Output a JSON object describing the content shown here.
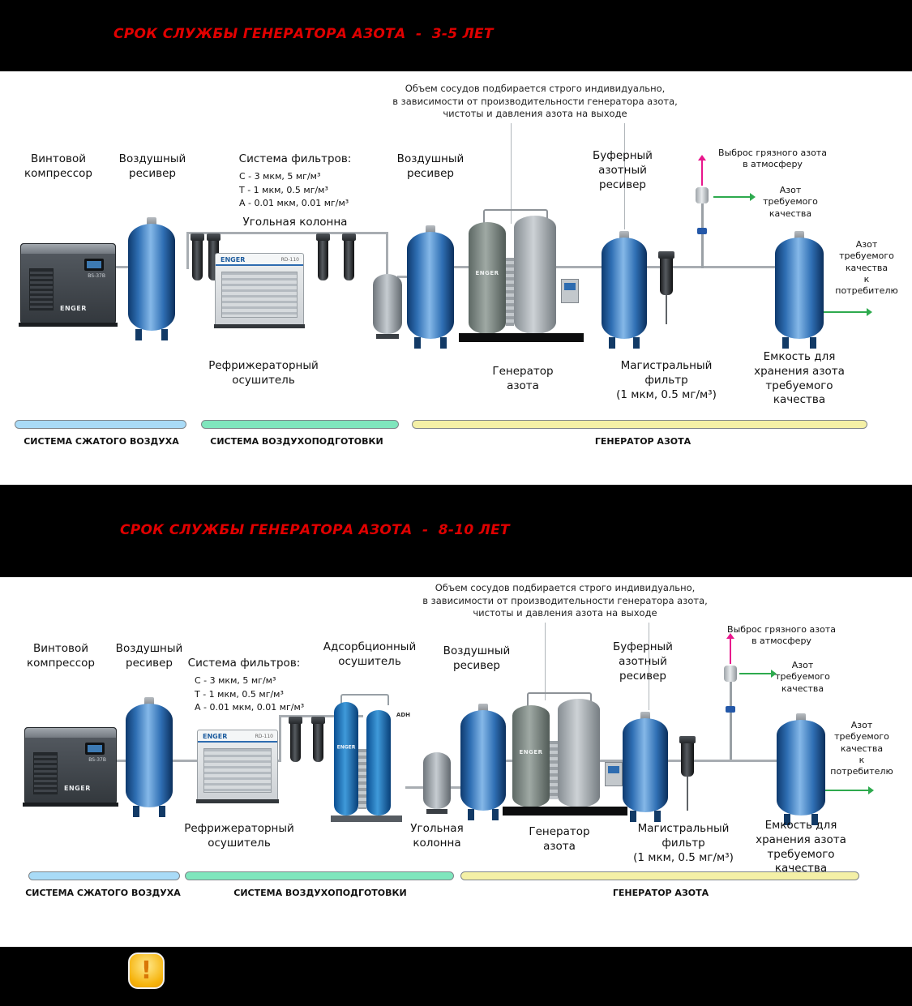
{
  "colors": {
    "title_red": "#e00000",
    "bar_blue": "#a9dbf7",
    "bar_green": "#7fe6bd",
    "bar_yellow": "#f4f0a6",
    "vent_arrow_pink": "#e8168c",
    "n2_arrow_green": "#2eaa4e",
    "tank_blue": "#2f6fb4"
  },
  "equipment_text": {
    "brand": "ENGER",
    "dryer_model": "RD-110",
    "compressor_model": "BS-37B",
    "adsorber_model": "ADH"
  },
  "footer": {
    "icon_glyph": "!"
  },
  "sections": [
    {
      "title": "СРОК СЛУЖБЫ ГЕНЕРАТОРА АЗОТА  -  3-5 ЛЕТ",
      "note": "Объем сосудов подбирается строго индивидуально,\nв зависимости от производительности генератора азота,\nчистоты и давления азота на выходе",
      "labels": {
        "compressor": "Винтовой\nкомпрессор",
        "receiver1": "Воздушный\nресивер",
        "filter_system_title": "Система фильтров:",
        "filter_c": "С - 3 мкм, 5 мг/м³",
        "filter_t": "Т - 1 мкм, 0.5 мг/м³",
        "filter_a": "А - 0.01 мкм, 0.01 мг/м³",
        "carbon_column": "Угольная колонна",
        "receiver2": "Воздушный\nресивер",
        "buffer": "Буферный\nазотный\nресивер",
        "vent": "Выброс грязного азота\nв атмосферу",
        "n2_quality": "Азот\nтребуемого\nкачества",
        "n2_consumer": "Азот\nтребуемого\nкачества\nк потребителю",
        "dryer": "Рефрижераторный\nосушитель",
        "generator": "Генератор\nазота",
        "line_filter": "Магистральный\nфильтр\n(1 мкм, 0.5 мг/м³)",
        "storage": "Емкость для\nхранения азота\nтребуемого\nкачества"
      },
      "bars": {
        "air": "СИСТЕМА СЖАТОГО ВОЗДУХА",
        "prep": "СИСТЕМА ВОЗДУХОПОДГОТОВКИ",
        "gen": "ГЕНЕРАТОР АЗОТА"
      }
    },
    {
      "title": "СРОК СЛУЖБЫ ГЕНЕРАТОРА АЗОТА  -  8-10 ЛЕТ",
      "note": "Объем сосудов подбирается строго индивидуально,\nв зависимости от производительности генератора азота,\nчистоты и давления азота на выходе",
      "labels": {
        "compressor": "Винтовой\nкомпрессор",
        "receiver1": "Воздушный\nресивер",
        "filter_system_title": "Система фильтров:",
        "filter_c": "С - 3 мкм, 5 мг/м³",
        "filter_t": "Т - 1 мкм, 0.5 мг/м³",
        "filter_a": "А - 0.01 мкм, 0.01 мг/м³",
        "adsorber": "Адсорбционный\nосушитель",
        "carbon_column": "Угольная\nколонна",
        "receiver2": "Воздушный\nресивер",
        "buffer": "Буферный\nазотный\nресивер",
        "vent": "Выброс грязного азота\nв атмосферу",
        "n2_quality": "Азот\nтребуемого\nкачества",
        "n2_consumer": "Азот\nтребуемого\nкачества\nк потребителю",
        "dryer": "Рефрижераторный\nосушитель",
        "generator": "Генератор\nазота",
        "line_filter": "Магистральный\nфильтр\n(1 мкм, 0.5 мг/м³)",
        "storage": "Емкость для\nхранения азота\nтребуемого\nкачества"
      },
      "bars": {
        "air": "СИСТЕМА СЖАТОГО ВОЗДУХА",
        "prep": "СИСТЕМА ВОЗДУХОПОДГОТОВКИ",
        "gen": "ГЕНЕРАТОР АЗОТА"
      }
    }
  ]
}
